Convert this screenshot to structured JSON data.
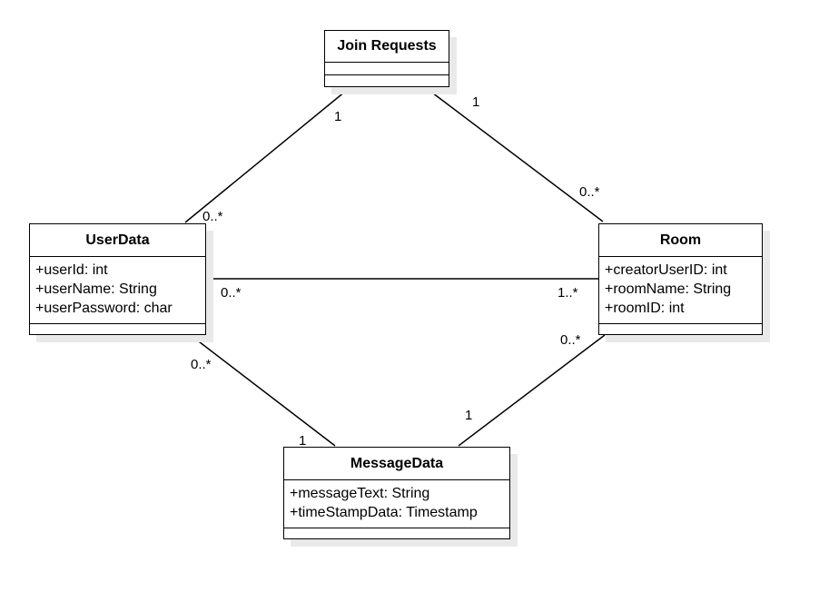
{
  "classes": {
    "join_requests": {
      "name": "Join Requests",
      "attributes": []
    },
    "user_data": {
      "name": "UserData",
      "attributes": [
        "+userId: int",
        "+userName: String",
        "+userPassword: char"
      ]
    },
    "room": {
      "name": "Room",
      "attributes": [
        "+creatorUserID: int",
        "+roomName: String",
        "+roomID: int"
      ]
    },
    "message_data": {
      "name": "MessageData",
      "attributes": [
        "+messageText: String",
        "+timeStampData: Timestamp"
      ]
    }
  },
  "associations": {
    "join_user": {
      "join_end": "1",
      "user_end": "0..*"
    },
    "join_room": {
      "join_end": "1",
      "room_end": "0..*"
    },
    "user_room": {
      "user_end": "0..*",
      "room_end": "1..*"
    },
    "user_message": {
      "user_end": "0..*",
      "message_end": "1"
    },
    "room_message": {
      "room_end": "0..*",
      "message_end": "1"
    }
  }
}
